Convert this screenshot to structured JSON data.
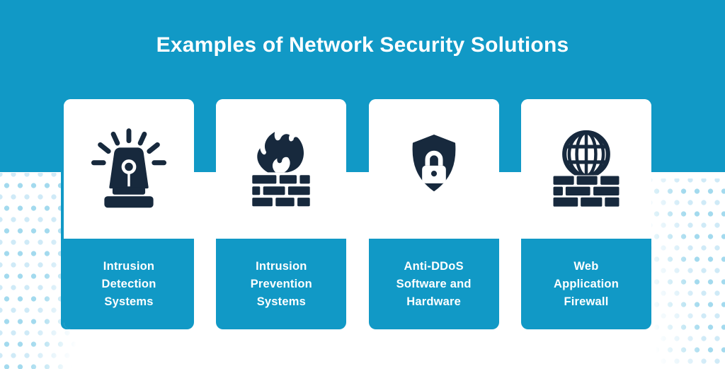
{
  "title": "Examples of Network Security Solutions",
  "theme": {
    "teal": "#1199C6",
    "navy": "#17293D",
    "card-bg": "#ffffff",
    "label-text": "#ffffff",
    "dot-a": "#A3DAEE",
    "dot-b": "#CFEAF7"
  },
  "cards": [
    {
      "id": "intrusion-detection-systems",
      "icon": "siren-alarm-icon",
      "lines": [
        "Intrusion",
        "Detection",
        "Systems"
      ]
    },
    {
      "id": "intrusion-prevention-systems",
      "icon": "flame-brick-wall-icon",
      "lines": [
        "Intrusion",
        "Prevention",
        "Systems"
      ]
    },
    {
      "id": "anti-ddos",
      "icon": "shield-lock-icon",
      "lines": [
        "Anti-DDoS",
        "Software and",
        "Hardware"
      ]
    },
    {
      "id": "web-application-firewall",
      "icon": "globe-brick-wall-icon",
      "lines": [
        "Web",
        "Application",
        "Firewall"
      ]
    }
  ]
}
